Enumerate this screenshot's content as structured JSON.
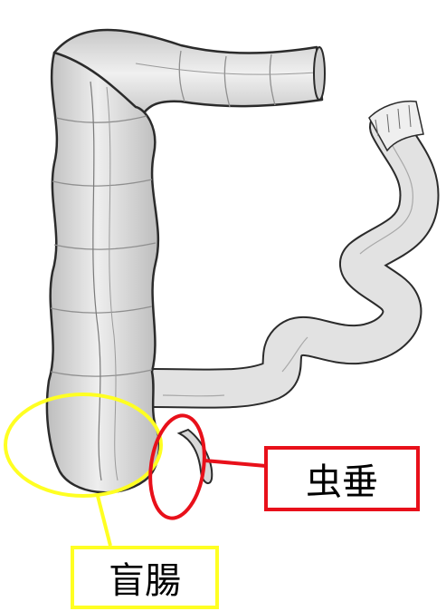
{
  "labels": {
    "appendix": "虫垂",
    "cecum": "盲腸"
  },
  "colors": {
    "appendix_highlight": "#e8101a",
    "cecum_highlight": "#ffff22",
    "intestine_fill": "#d6d6d6",
    "intestine_outline": "#2b2b2b"
  },
  "figure": {
    "subject": "large-intestine-illustration"
  }
}
